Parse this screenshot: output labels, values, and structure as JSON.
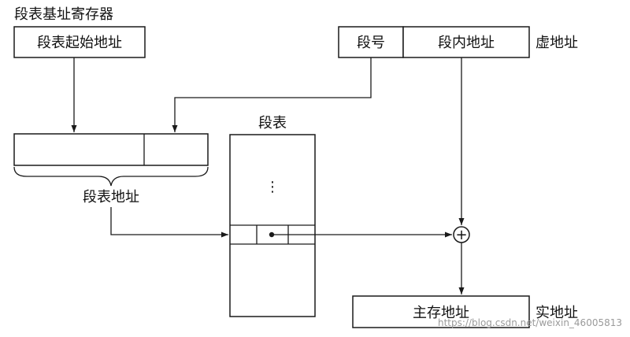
{
  "labels": {
    "segment_table_base_register": "段表基址寄存器",
    "segment_table_start_address": "段表起始地址",
    "segment_number": "段号",
    "offset_within_segment": "段内地址",
    "virtual_address": "虚地址",
    "segment_table": "段表",
    "segment_table_address": "段表地址",
    "main_memory_address": "主存地址",
    "real_address": "实地址",
    "vertical_ellipsis": "⋮",
    "adder_symbol": "+"
  },
  "watermark": "https://blog.csdn.net/weixin_46005813",
  "colors": {
    "line": "#1a1a1a",
    "text": "#111111",
    "watermark": "#9a9a9a"
  }
}
